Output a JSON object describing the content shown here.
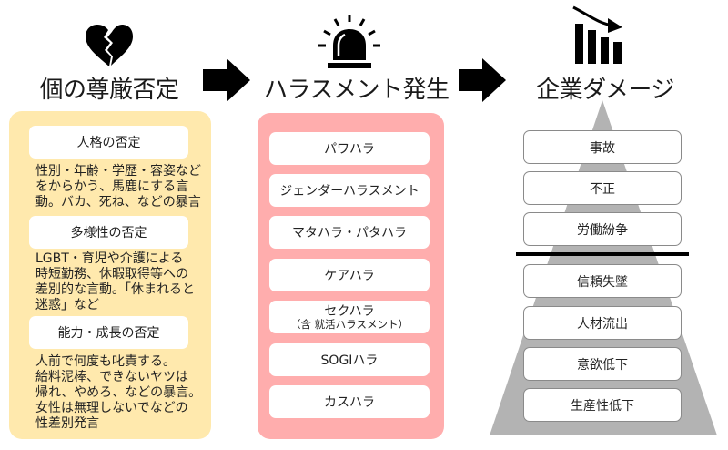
{
  "columns": [
    {
      "title": "個の尊厳否定",
      "icon": "broken-heart-icon",
      "color": "#FFE9AD",
      "sections": [
        {
          "label": "人格の否定",
          "description_lines": [
            "性別・年齢・学歴・容姿など",
            "をからかう、馬鹿にする言",
            "動。バカ、死ね、などの暴言"
          ]
        },
        {
          "label": "多様性の否定",
          "description_lines": [
            "LGBT・育児や介護による",
            "時短勤務、休暇取得等への",
            "差別的な言動。「休まれると",
            "迷惑」など"
          ]
        },
        {
          "label": "能力・成長の否定",
          "description_lines": [
            "人前で何度も叱責する。",
            "給料泥棒、できないヤツは",
            "帰れ、やめろ、などの暴言。",
            "女性は無理しないでなどの",
            "性差別発言"
          ]
        }
      ]
    },
    {
      "title": "ハラスメント発生",
      "icon": "siren-alarm-icon",
      "color": "#FFADAD",
      "items": [
        {
          "label": "パワハラ"
        },
        {
          "label": "ジェンダーハラスメント"
        },
        {
          "label": "マタハラ・パタハラ"
        },
        {
          "label": "ケアハラ"
        },
        {
          "label": "セクハラ",
          "sublabel": "（含 就活ハラスメント）"
        },
        {
          "label": "SOGIハラ"
        },
        {
          "label": "カスハラ"
        }
      ]
    },
    {
      "title": "企業ダメージ",
      "icon": "declining-bar-chart-icon",
      "color": "#B3B3B3",
      "visible_damage": [
        "事故",
        "不正",
        "労働紛争"
      ],
      "hidden_damage": [
        "信頼失墜",
        "人材流出",
        "意欲低下",
        "生産性低下"
      ]
    }
  ],
  "arrows": [
    "arrow-right-icon",
    "arrow-right-icon"
  ]
}
